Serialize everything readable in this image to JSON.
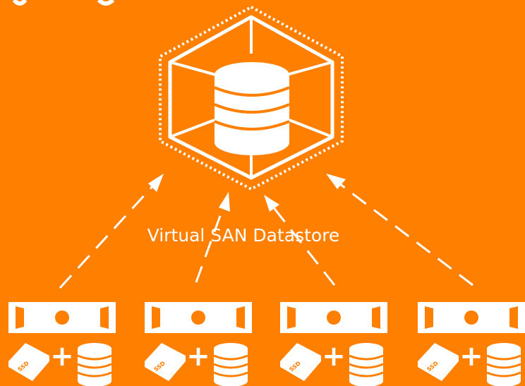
{
  "diagram": {
    "datastore_label": "Virtual SAN Datastore",
    "ssd_label": "SSD",
    "plus_sign": "+",
    "hosts": [
      {
        "ssd_label": "SSD"
      },
      {
        "ssd_label": "SSD"
      },
      {
        "ssd_label": "SSD"
      },
      {
        "ssd_label": "SSD"
      }
    ]
  },
  "colors": {
    "background": "#ff7f00",
    "foreground": "#ffffff"
  },
  "icons": {
    "datastore": "datastore-cube-icon",
    "server": "server-icon",
    "ssd": "ssd-icon",
    "disk": "disk-stack-icon"
  }
}
